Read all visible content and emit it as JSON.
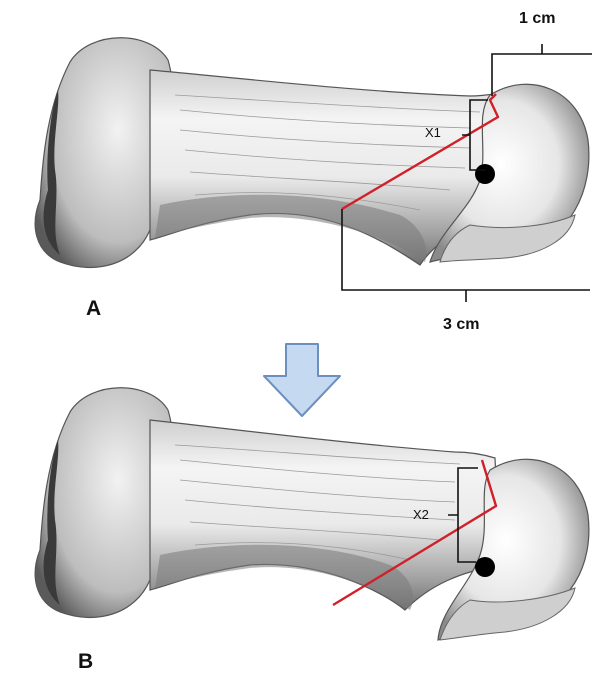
{
  "figure": {
    "panel_a": {
      "letter": "A",
      "dim_small": "1 cm",
      "dim_large": "3 cm",
      "offset_label": "X1"
    },
    "panel_b": {
      "letter": "B",
      "offset_label": "X2"
    },
    "colors": {
      "osteotomy_line": "#d0202a",
      "bracket": "#111111",
      "arrow_fill": "#c5d9f1",
      "arrow_stroke": "#6b8fbe",
      "bone_shade": "#d9d9d9"
    }
  }
}
